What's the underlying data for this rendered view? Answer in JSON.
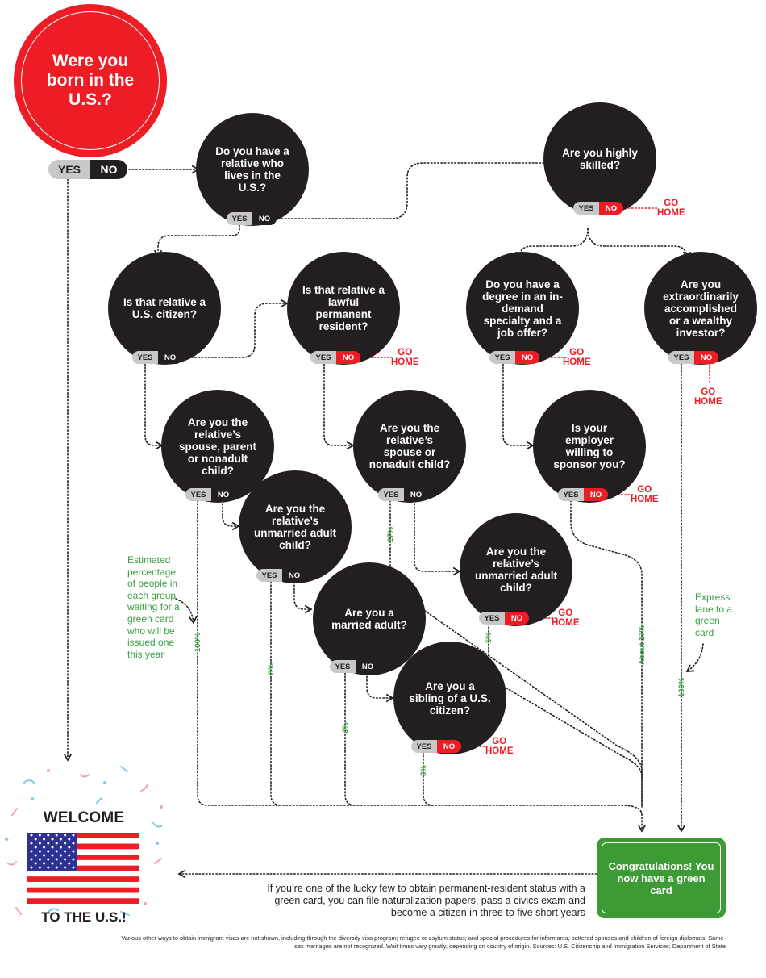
{
  "start": {
    "question": "Were you born in the U.S.?",
    "yes": "YES",
    "no": "NO"
  },
  "nodes": {
    "relative_us": "Do you have a relative who lives in the U.S.?",
    "highly_skilled": "Are you highly skilled?",
    "relative_citizen": "Is that relative a U.S. citizen?",
    "relative_lpr": "Is that relative a lawful permanent resident?",
    "degree_offer": "Do you have a degree in an in-demand specialty and a job offer?",
    "extraordinary": "Are you extraordinarily accomplished or a wealthy investor?",
    "spouse_parent": "Are you the relative’s spouse, parent or nonadult child?",
    "spouse_nonadult": "Are you the relative’s spouse or nonadult child?",
    "employer_sponsor": "Is your employer willing to sponsor you?",
    "unmarried_adult_1": "Are you the relative’s unmarried adult child?",
    "unmarried_adult_2": "Are you the relative’s unmarried adult child?",
    "married_adult": "Are you a married adult?",
    "sibling": "Are you a sibling of a U.S. citizen?"
  },
  "labels": {
    "yes": "YES",
    "no": "NO",
    "go": "GO",
    "home": "HOME"
  },
  "percentages": {
    "p100_left": "100%",
    "p27": "27%",
    "p8": "8%",
    "p5": "5%",
    "p3_married": "3%",
    "p3_sibling": "3%",
    "p17": "About 17%",
    "p100_right": "100%"
  },
  "notes": {
    "estimate": "Estimated percentage of people in each group waiting for a green card who will be issued one this year",
    "express": "Express lane to a green card"
  },
  "outcome": {
    "congrats": "Congratulations! You now have a green card"
  },
  "caption": "If you’re one of the lucky few to obtain permanent-resident status with a green card, you can file naturalization papers, pass a civics exam and become a citizen in three to five short years",
  "welcome": {
    "top": "WELCOME",
    "bottom": "TO THE U.S.!"
  },
  "footnote": "Various other ways to obtain immigrant visas are not shown, including through the diversity visa program; refugee or asylum status; and special procedures for informants, battered spouses and children of foreign diplomats. Same-sex marriages are not recognized. Wait times vary greatly, depending on country of origin. Sources: U.S. Citizenship and Immigration Services; Department of State",
  "colors": {
    "red": "#ee1c25",
    "black": "#231f20",
    "green": "#3d9b35",
    "gray": "#c8c8c8",
    "text_green": "#3aa040"
  }
}
